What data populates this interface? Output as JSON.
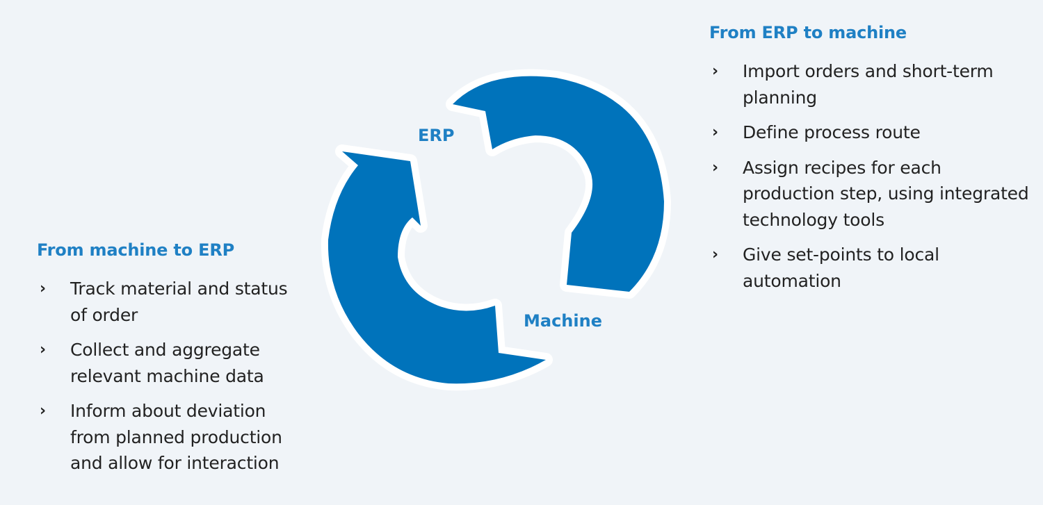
{
  "diagram": {
    "nodes": [
      {
        "id": "erp",
        "label": "ERP"
      },
      {
        "id": "machine",
        "label": "Machine"
      }
    ],
    "colors": {
      "arrow_fill": "#0073bb",
      "arrow_halo": "#ffffff",
      "accent_text": "#1f80c4",
      "body_text": "#222222",
      "background": "#f0f4f8"
    }
  },
  "panels": {
    "machine_to_erp": {
      "title": "From machine to ERP",
      "bullet_glyph": "›",
      "items": [
        "Track material and status of order",
        "Collect and aggregate relevant machine data",
        "Inform about deviation from planned production and allow for interaction"
      ]
    },
    "erp_to_machine": {
      "title": "From ERP to machine",
      "bullet_glyph": "›",
      "items": [
        "Import orders and short-term planning",
        "Define process route",
        "Assign recipes for each production step, using integrated technology tools",
        "Give set-points to local automation"
      ]
    }
  }
}
